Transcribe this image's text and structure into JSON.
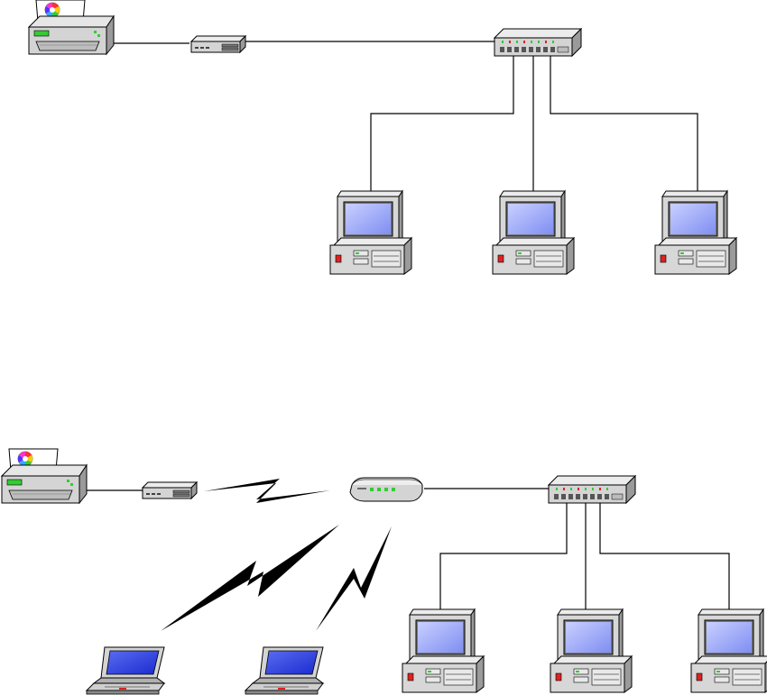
{
  "diagram": {
    "title": "",
    "colors": {
      "wire": "#000000",
      "device_body": "#d4d4d4",
      "device_shade": "#9a9a9a",
      "screen": "#8f9cf5",
      "led_green": "#33cc33",
      "led_red": "#dd2222"
    },
    "networks": [
      {
        "id": "wired-network",
        "connection": "wired",
        "nodes": [
          {
            "id": "printer-1",
            "type": "printer",
            "icon": "printer-icon"
          },
          {
            "id": "print-server-1",
            "type": "print-server",
            "icon": "print-server-icon"
          },
          {
            "id": "switch-1",
            "type": "switch",
            "icon": "switch-icon"
          },
          {
            "id": "desktop-1",
            "type": "desktop",
            "icon": "desktop-computer-icon"
          },
          {
            "id": "desktop-2",
            "type": "desktop",
            "icon": "desktop-computer-icon"
          },
          {
            "id": "desktop-3",
            "type": "desktop",
            "icon": "desktop-computer-icon"
          }
        ],
        "links": [
          {
            "from": "printer-1",
            "to": "print-server-1",
            "kind": "cable"
          },
          {
            "from": "print-server-1",
            "to": "switch-1",
            "kind": "cable"
          },
          {
            "from": "switch-1",
            "to": "desktop-1",
            "kind": "cable"
          },
          {
            "from": "switch-1",
            "to": "desktop-2",
            "kind": "cable"
          },
          {
            "from": "switch-1",
            "to": "desktop-3",
            "kind": "cable"
          }
        ]
      },
      {
        "id": "wireless-network",
        "connection": "mixed",
        "nodes": [
          {
            "id": "printer-2",
            "type": "printer",
            "icon": "printer-icon"
          },
          {
            "id": "print-server-2",
            "type": "print-server",
            "icon": "print-server-icon"
          },
          {
            "id": "access-point",
            "type": "wireless-access-point",
            "icon": "access-point-icon"
          },
          {
            "id": "switch-2",
            "type": "switch",
            "icon": "switch-icon"
          },
          {
            "id": "laptop-1",
            "type": "laptop",
            "icon": "laptop-icon"
          },
          {
            "id": "laptop-2",
            "type": "laptop",
            "icon": "laptop-icon"
          },
          {
            "id": "desktop-4",
            "type": "desktop",
            "icon": "desktop-computer-icon"
          },
          {
            "id": "desktop-5",
            "type": "desktop",
            "icon": "desktop-computer-icon"
          },
          {
            "id": "desktop-6",
            "type": "desktop",
            "icon": "desktop-computer-icon"
          }
        ],
        "links": [
          {
            "from": "printer-2",
            "to": "print-server-2",
            "kind": "cable"
          },
          {
            "from": "print-server-2",
            "to": "access-point",
            "kind": "wireless"
          },
          {
            "from": "access-point",
            "to": "laptop-1",
            "kind": "wireless"
          },
          {
            "from": "access-point",
            "to": "laptop-2",
            "kind": "wireless"
          },
          {
            "from": "access-point",
            "to": "switch-2",
            "kind": "cable"
          },
          {
            "from": "switch-2",
            "to": "desktop-4",
            "kind": "cable"
          },
          {
            "from": "switch-2",
            "to": "desktop-5",
            "kind": "cable"
          },
          {
            "from": "switch-2",
            "to": "desktop-6",
            "kind": "cable"
          }
        ]
      }
    ]
  }
}
